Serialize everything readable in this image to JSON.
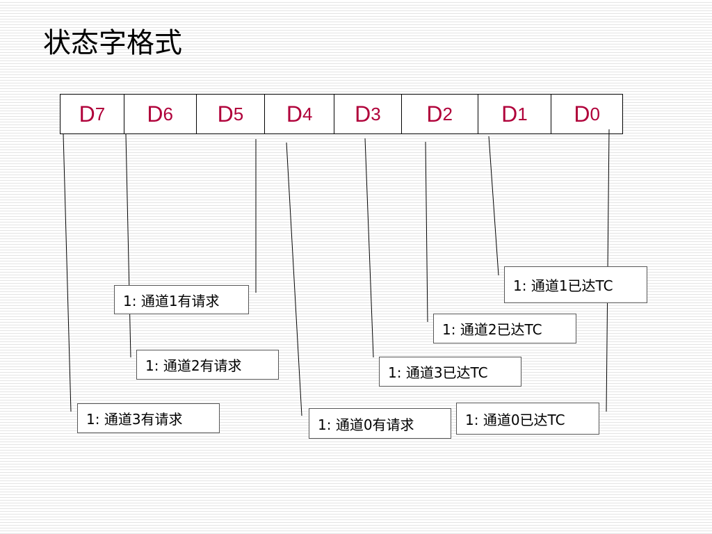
{
  "title": "状态字格式",
  "register_bits": [
    {
      "letter": "D",
      "index": "7"
    },
    {
      "letter": "D",
      "index": "6"
    },
    {
      "letter": "D",
      "index": "5"
    },
    {
      "letter": "D",
      "index": "4"
    },
    {
      "letter": "D",
      "index": "3"
    },
    {
      "letter": "D",
      "index": "2"
    },
    {
      "letter": "D",
      "index": "1"
    },
    {
      "letter": "D",
      "index": "0"
    }
  ],
  "descriptions": {
    "D7": "1: 通道3有请求",
    "D6": "1: 通道2有请求",
    "D5": "1: 通道1有请求",
    "D4": "1: 通道0有请求",
    "D3": "1: 通道3已达TC",
    "D2": "1: 通道2已达TC",
    "D1": "1: 通道1已达TC",
    "D0": "1: 通道0已达TC"
  },
  "colors": {
    "bit_text": "#b0003a",
    "line": "#000000"
  }
}
